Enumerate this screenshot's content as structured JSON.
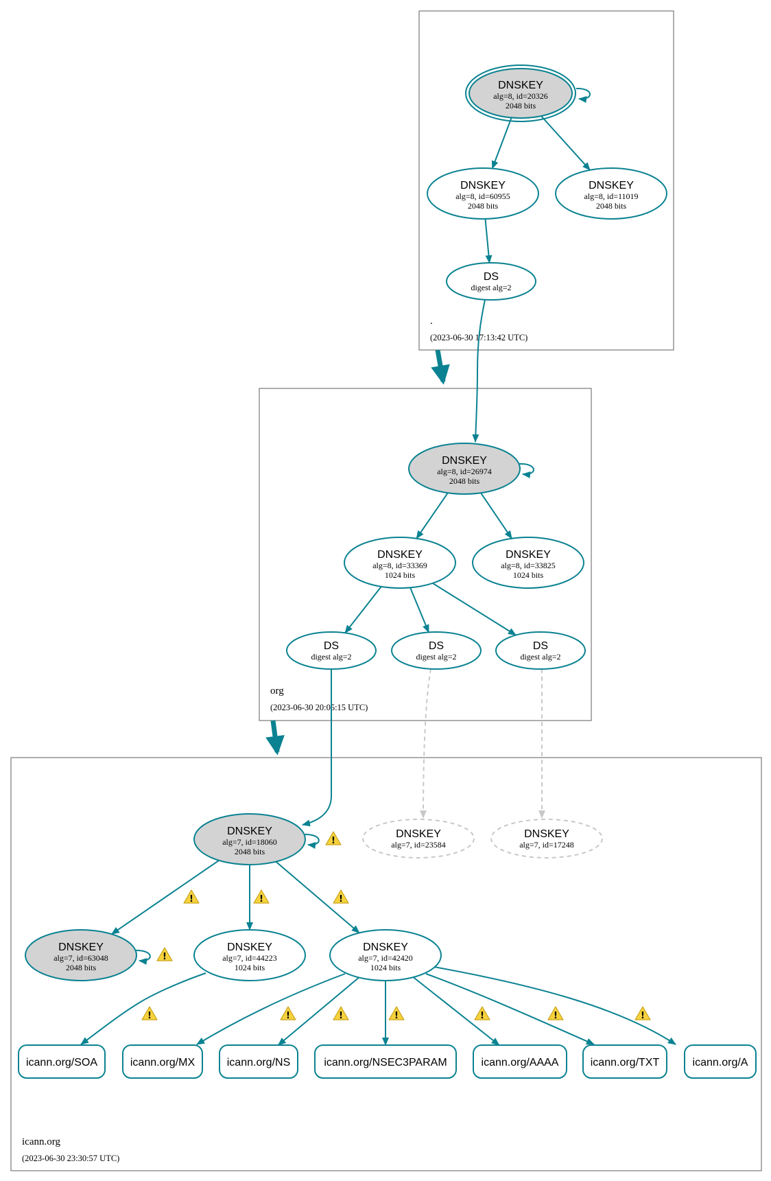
{
  "colors": {
    "edge": "#0a8291",
    "dashed": "#c8c8c8",
    "sep_fill": "#d3d3d3",
    "warning": "#f6d23d"
  },
  "zones": [
    {
      "id": "root",
      "name": ".",
      "time": "(2023-06-30 17:13:42 UTC)"
    },
    {
      "id": "org",
      "name": "org",
      "time": "(2023-06-30 20:05:15 UTC)"
    },
    {
      "id": "icann",
      "name": "icann.org",
      "time": "(2023-06-30 23:30:57 UTC)"
    }
  ],
  "nodes": {
    "root_ksk": {
      "kind": "dnskey",
      "title": "DNSKEY",
      "line1": "alg=8, id=20326",
      "line2": "2048 bits",
      "sep": true,
      "trust_anchor": true,
      "dashed": false
    },
    "root_zsk1": {
      "kind": "dnskey",
      "title": "DNSKEY",
      "line1": "alg=8, id=60955",
      "line2": "2048 bits",
      "sep": false,
      "dashed": false
    },
    "root_zsk2": {
      "kind": "dnskey",
      "title": "DNSKEY",
      "line1": "alg=8, id=11019",
      "line2": "2048 bits",
      "sep": false,
      "dashed": false
    },
    "root_ds": {
      "kind": "ds",
      "title": "DS",
      "line1": "digest alg=2"
    },
    "org_ksk": {
      "kind": "dnskey",
      "title": "DNSKEY",
      "line1": "alg=8, id=26974",
      "line2": "2048 bits",
      "sep": true,
      "dashed": false
    },
    "org_zsk1": {
      "kind": "dnskey",
      "title": "DNSKEY",
      "line1": "alg=8, id=33369",
      "line2": "1024 bits",
      "sep": false,
      "dashed": false
    },
    "org_zsk2": {
      "kind": "dnskey",
      "title": "DNSKEY",
      "line1": "alg=8, id=33825",
      "line2": "1024 bits",
      "sep": false,
      "dashed": false
    },
    "org_ds1": {
      "kind": "ds",
      "title": "DS",
      "line1": "digest alg=2"
    },
    "org_ds2": {
      "kind": "ds",
      "title": "DS",
      "line1": "digest alg=2"
    },
    "org_ds3": {
      "kind": "ds",
      "title": "DS",
      "line1": "digest alg=2"
    },
    "icann_ksk": {
      "kind": "dnskey",
      "title": "DNSKEY",
      "line1": "alg=7, id=18060",
      "line2": "2048 bits",
      "sep": true,
      "dashed": false
    },
    "icann_missing1": {
      "kind": "dnskey",
      "title": "DNSKEY",
      "line1": "alg=7, id=23584",
      "line2": "",
      "sep": false,
      "dashed": true
    },
    "icann_missing2": {
      "kind": "dnskey",
      "title": "DNSKEY",
      "line1": "alg=7, id=17248",
      "line2": "",
      "sep": false,
      "dashed": true
    },
    "icann_k63048": {
      "kind": "dnskey",
      "title": "DNSKEY",
      "line1": "alg=7, id=63048",
      "line2": "2048 bits",
      "sep": true,
      "dashed": false
    },
    "icann_k44223": {
      "kind": "dnskey",
      "title": "DNSKEY",
      "line1": "alg=7, id=44223",
      "line2": "1024 bits",
      "sep": false,
      "dashed": false
    },
    "icann_k42420": {
      "kind": "dnskey",
      "title": "DNSKEY",
      "line1": "alg=7, id=42420",
      "line2": "1024 bits",
      "sep": false,
      "dashed": false
    },
    "rr_soa": {
      "kind": "rrset",
      "label": "icann.org/SOA"
    },
    "rr_mx": {
      "kind": "rrset",
      "label": "icann.org/MX"
    },
    "rr_ns": {
      "kind": "rrset",
      "label": "icann.org/NS"
    },
    "rr_nsec3param": {
      "kind": "rrset",
      "label": "icann.org/NSEC3PARAM"
    },
    "rr_aaaa": {
      "kind": "rrset",
      "label": "icann.org/AAAA"
    },
    "rr_txt": {
      "kind": "rrset",
      "label": "icann.org/TXT"
    },
    "rr_a": {
      "kind": "rrset",
      "label": "icann.org/A"
    }
  },
  "edges": [
    {
      "from": "root_ksk",
      "to": "root_ksk",
      "style": "self",
      "warning": false
    },
    {
      "from": "root_ksk",
      "to": "root_zsk1",
      "style": "solid",
      "warning": false
    },
    {
      "from": "root_ksk",
      "to": "root_zsk2",
      "style": "solid",
      "warning": false
    },
    {
      "from": "root_zsk1",
      "to": "root_ds",
      "style": "solid",
      "warning": false
    },
    {
      "from": "root_ds",
      "to": "org_ksk",
      "style": "solid",
      "warning": false
    },
    {
      "from": "org_ksk",
      "to": "org_ksk",
      "style": "self",
      "warning": false
    },
    {
      "from": "org_ksk",
      "to": "org_zsk1",
      "style": "solid",
      "warning": false
    },
    {
      "from": "org_ksk",
      "to": "org_zsk2",
      "style": "solid",
      "warning": false
    },
    {
      "from": "org_zsk1",
      "to": "org_ds1",
      "style": "solid",
      "warning": false
    },
    {
      "from": "org_zsk1",
      "to": "org_ds2",
      "style": "solid",
      "warning": false
    },
    {
      "from": "org_zsk1",
      "to": "org_ds3",
      "style": "solid",
      "warning": false
    },
    {
      "from": "org_ds1",
      "to": "icann_ksk",
      "style": "solid",
      "warning": false
    },
    {
      "from": "org_ds2",
      "to": "icann_missing1",
      "style": "dashed",
      "warning": false
    },
    {
      "from": "org_ds3",
      "to": "icann_missing2",
      "style": "dashed",
      "warning": false
    },
    {
      "from": "icann_ksk",
      "to": "icann_ksk",
      "style": "self",
      "warning": true
    },
    {
      "from": "icann_ksk",
      "to": "icann_k63048",
      "style": "solid",
      "warning": true
    },
    {
      "from": "icann_ksk",
      "to": "icann_k44223",
      "style": "solid",
      "warning": true
    },
    {
      "from": "icann_ksk",
      "to": "icann_k42420",
      "style": "solid",
      "warning": true
    },
    {
      "from": "icann_k63048",
      "to": "icann_k63048",
      "style": "self",
      "warning": true
    },
    {
      "from": "icann_k44223",
      "to": "rr_soa",
      "style": "solid",
      "warning": true
    },
    {
      "from": "icann_k42420",
      "to": "rr_mx",
      "style": "solid",
      "warning": true
    },
    {
      "from": "icann_k42420",
      "to": "rr_ns",
      "style": "solid",
      "warning": true
    },
    {
      "from": "icann_k42420",
      "to": "rr_nsec3param",
      "style": "solid",
      "warning": true
    },
    {
      "from": "icann_k42420",
      "to": "rr_aaaa",
      "style": "solid",
      "warning": true
    },
    {
      "from": "icann_k42420",
      "to": "rr_txt",
      "style": "solid",
      "warning": true
    },
    {
      "from": "icann_k42420",
      "to": "rr_a",
      "style": "solid",
      "warning": true
    }
  ],
  "delegations": [
    {
      "from": "root",
      "to": "org"
    },
    {
      "from": "org",
      "to": "icann"
    }
  ]
}
